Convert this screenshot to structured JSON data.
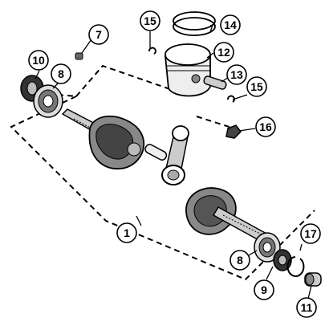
{
  "diagram": {
    "colors": {
      "ink": "#000000",
      "paper": "#ffffff",
      "shade": "#9a9a9a",
      "dark": "#444444"
    },
    "callouts": [
      {
        "id": "c1",
        "label": "1",
        "part": "crankshaft-assembly"
      },
      {
        "id": "c7",
        "label": "7",
        "part": "pin"
      },
      {
        "id": "c8a",
        "label": "8",
        "part": "bearing"
      },
      {
        "id": "c8b",
        "label": "8",
        "part": "bearing"
      },
      {
        "id": "c9",
        "label": "9",
        "part": "oil-seal"
      },
      {
        "id": "c10",
        "label": "10",
        "part": "oil-seal"
      },
      {
        "id": "c11",
        "label": "11",
        "part": "bushing"
      },
      {
        "id": "c12",
        "label": "12",
        "part": "piston"
      },
      {
        "id": "c13",
        "label": "13",
        "part": "piston-pin"
      },
      {
        "id": "c14",
        "label": "14",
        "part": "piston-rings"
      },
      {
        "id": "c15a",
        "label": "15",
        "part": "circlip"
      },
      {
        "id": "c15b",
        "label": "15",
        "part": "circlip"
      },
      {
        "id": "c16",
        "label": "16",
        "part": "needle-bearing"
      },
      {
        "id": "c17",
        "label": "17",
        "part": "snap-ring"
      }
    ]
  }
}
